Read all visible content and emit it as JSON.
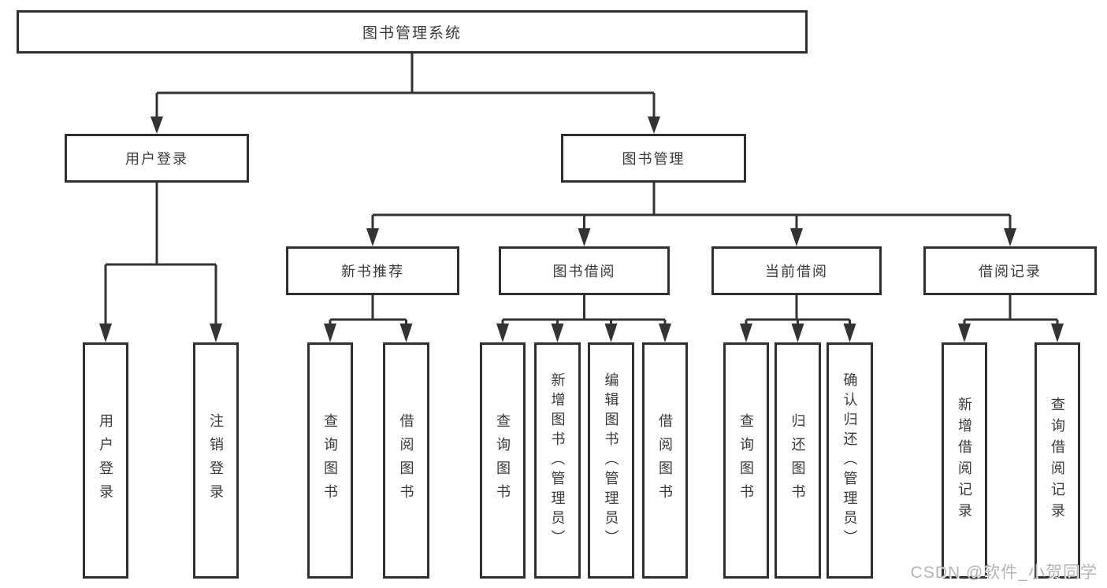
{
  "colors": {
    "line": "#333333",
    "box_border": "#2f2f2f",
    "text": "#3a3a3a",
    "watermark_text": "#b5b5b5",
    "background": "#ffffff"
  },
  "watermark": "CSDN @软件_小贺同学",
  "tree": {
    "label": "图书管理系统",
    "children": [
      {
        "label": "用户登录",
        "children": [
          {
            "label": "用户登录"
          },
          {
            "label": "注销登录"
          }
        ]
      },
      {
        "label": "图书管理",
        "children": [
          {
            "label": "新书推荐",
            "children": [
              {
                "label": "查询图书"
              },
              {
                "label": "借阅图书"
              }
            ]
          },
          {
            "label": "图书借阅",
            "children": [
              {
                "label": "查询图书"
              },
              {
                "label": "新增图书（管理员）"
              },
              {
                "label": "编辑图书（管理员）"
              },
              {
                "label": "借阅图书"
              }
            ]
          },
          {
            "label": "当前借阅",
            "children": [
              {
                "label": "查询图书"
              },
              {
                "label": "归还图书"
              },
              {
                "label": "确认归还（管理员）"
              }
            ]
          },
          {
            "label": "借阅记录",
            "children": [
              {
                "label": "新增借阅记录"
              },
              {
                "label": "查询借阅记录"
              }
            ]
          }
        ]
      }
    ]
  }
}
